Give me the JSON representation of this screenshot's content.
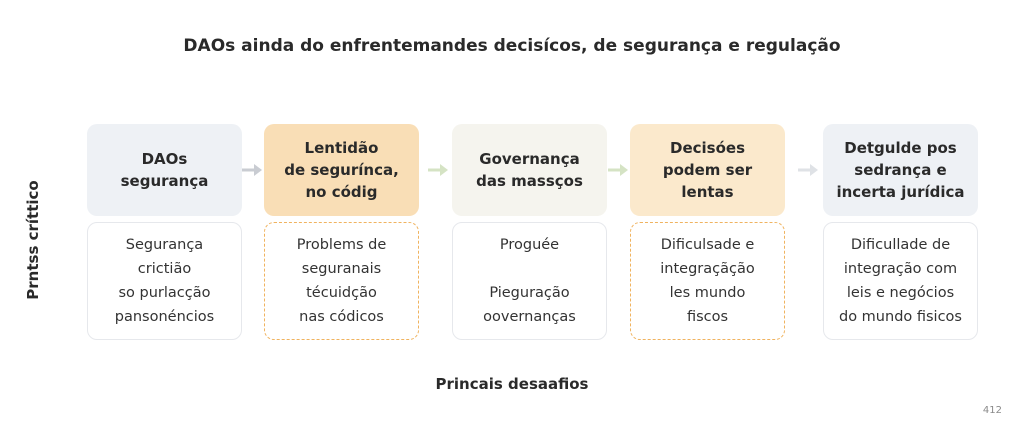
{
  "title": "DAOs ainda do enfrentemandes decisícos, de segurança e regulação",
  "y_axis_label": "Prntss críttico",
  "x_axis_label": "Princais desaafios",
  "page_number": "412",
  "colors": {
    "neutral_header": "#eef1f5",
    "warm_header": "#f5f4ee",
    "accent_header": "#f9deb6",
    "soft_header": "#fbe9cc",
    "dashed_border": "#f0b35f",
    "arrow_gray": "#c9ccd2",
    "arrow_green": "#d5e3c4"
  },
  "columns": [
    {
      "header": "DAOs\nsegurança",
      "body": "Segurança\ncrictião\nso purlacção\npansonéncios"
    },
    {
      "header": "Lentidão\nde segurínca,\nno códig",
      "body": "Problems de\nseguranais\ntécuidção\nnas códicos"
    },
    {
      "header": "Governança\ndas massços",
      "body": "Proguée\n\nPieguração\noovernanças"
    },
    {
      "header": "Decisóes\npodem ser\nlentas",
      "body": "Dificulsade e\nintegraçãção\nles mundo\nfiscos"
    },
    {
      "header": "Detgulde pos\nsedrança e\nincerta jurídica",
      "body": "Dificullade de\nintegração com\nleis e negócios\ndo mundo fisicos"
    }
  ]
}
